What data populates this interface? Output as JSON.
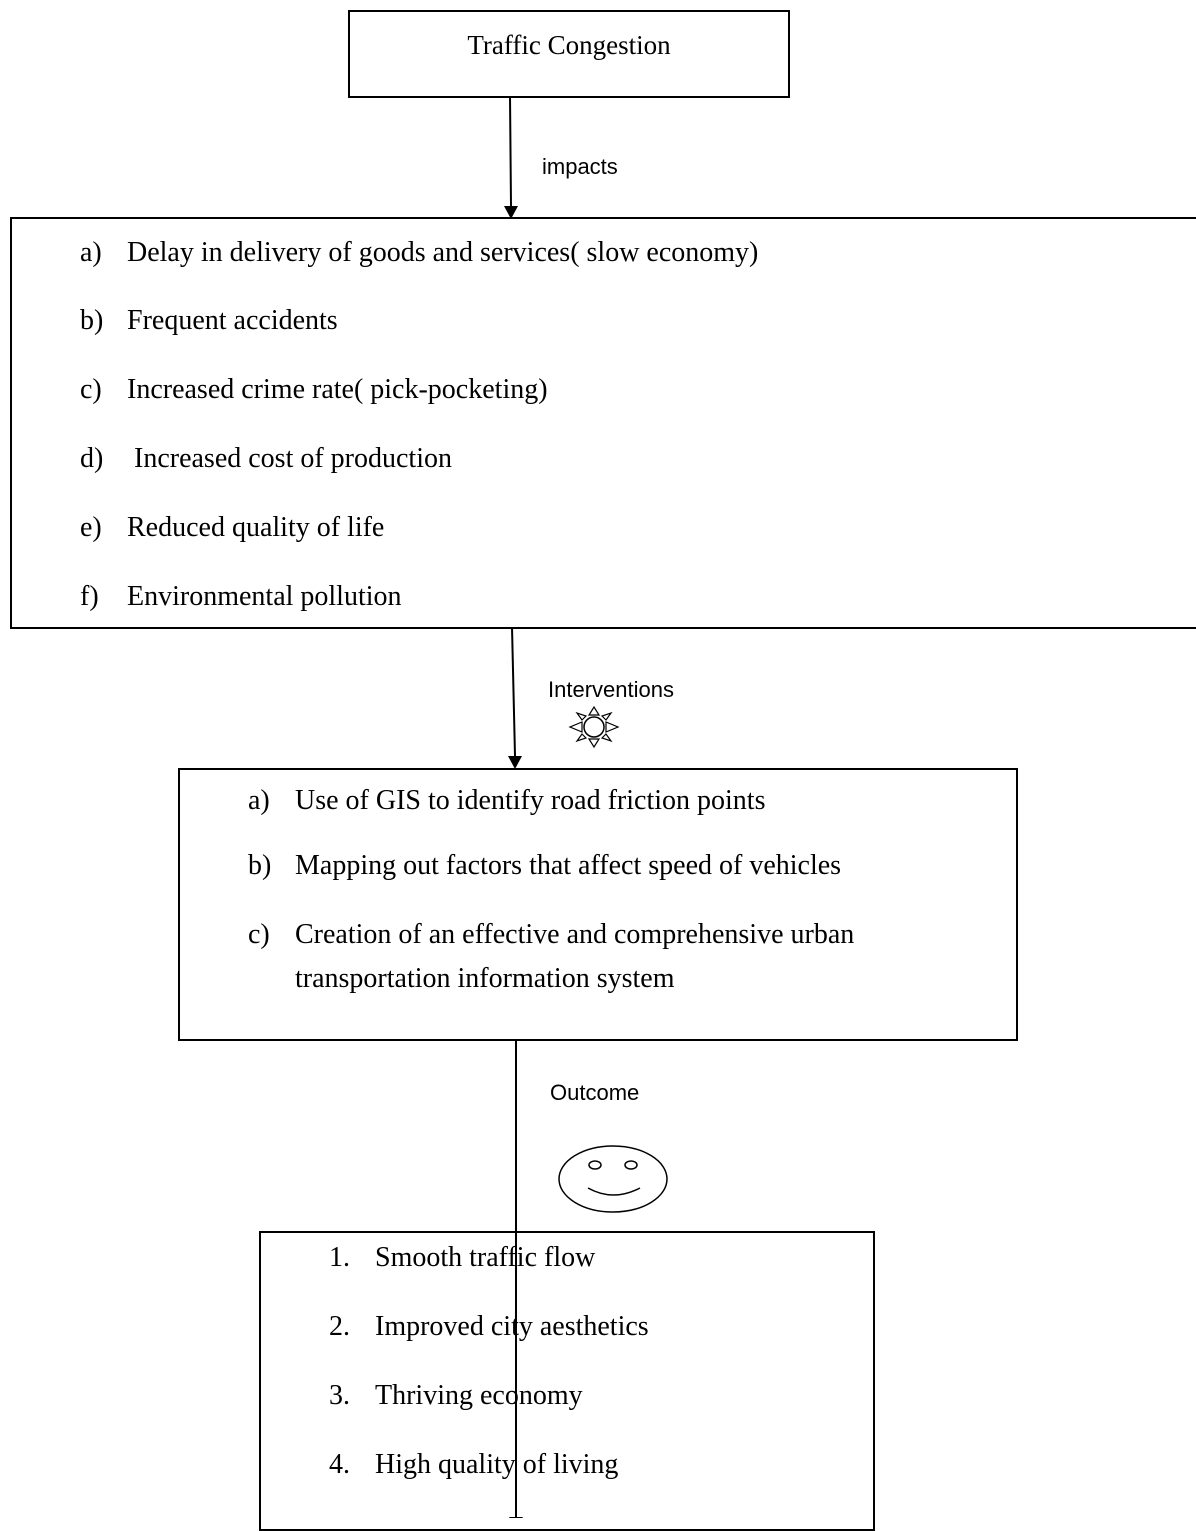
{
  "title": "Traffic Congestion",
  "connectors": {
    "impacts": "impacts",
    "interventions": "Interventions",
    "outcome": "Outcome"
  },
  "impacts": [
    {
      "marker": "a)",
      "text": "Delay in delivery of goods and services( slow economy)"
    },
    {
      "marker": "b)",
      "text": "Frequent accidents"
    },
    {
      "marker": "c)",
      "text": "Increased crime rate( pick-pocketing)"
    },
    {
      "marker": "d)",
      "text": " Increased cost of production"
    },
    {
      "marker": "e)",
      "text": "Reduced quality of life"
    },
    {
      "marker": "f)",
      "text": "Environmental pollution"
    }
  ],
  "interventions": [
    {
      "marker": "a)",
      "text": "Use of GIS to identify road friction points"
    },
    {
      "marker": "b)",
      "text": "Mapping out factors that affect speed of vehicles"
    },
    {
      "marker": "c)",
      "text": "Creation of an effective and comprehensive urban",
      "continuation": "transportation information system"
    }
  ],
  "outcomes": [
    {
      "marker": "1.",
      "text": "Smooth traffic flow"
    },
    {
      "marker": "2.",
      "text": "Improved city aesthetics"
    },
    {
      "marker": "3.",
      "text": "Thriving economy"
    },
    {
      "marker": "4.",
      "text": "High quality of living"
    }
  ],
  "icons": {
    "interventions": "sun-icon",
    "outcome": "smiley-icon"
  }
}
